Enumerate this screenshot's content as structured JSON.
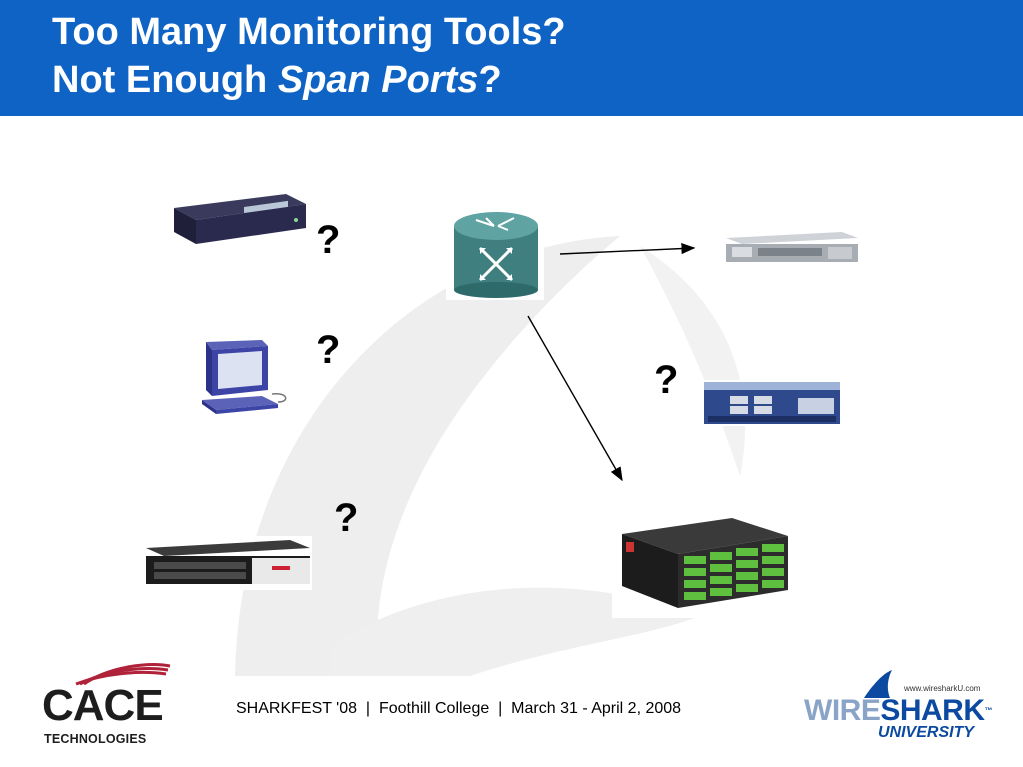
{
  "slide": {
    "title_line1": "Too Many Monitoring Tools?",
    "title_line2_prefix": "Not Enough ",
    "title_line2_emphasis": "Span Ports",
    "title_line2_suffix": "?"
  },
  "question_marks": [
    "?",
    "?",
    "?",
    "?"
  ],
  "footer": {
    "text": "SHARKFEST '08  |  Foothill College  |  March 31 - April 2, 2008",
    "left_logo": {
      "name": "CACE",
      "sub": "TECHNOLOGIES"
    },
    "right_logo": {
      "url": "www.wiresharkU.com",
      "word1": "WIRE",
      "word2": "SHARK",
      "tm": "™",
      "sub": "UNIVERSITY"
    }
  },
  "colors": {
    "header_bg": "#0e63c5",
    "title_text": "#ffffff",
    "watermark": "#eeeeee"
  },
  "icons": [
    "rack-appliance-icon",
    "desktop-computer-icon",
    "1u-appliance-icon",
    "router-icon",
    "rack-server-icon",
    "network-appliance-icon",
    "storage-array-icon"
  ]
}
